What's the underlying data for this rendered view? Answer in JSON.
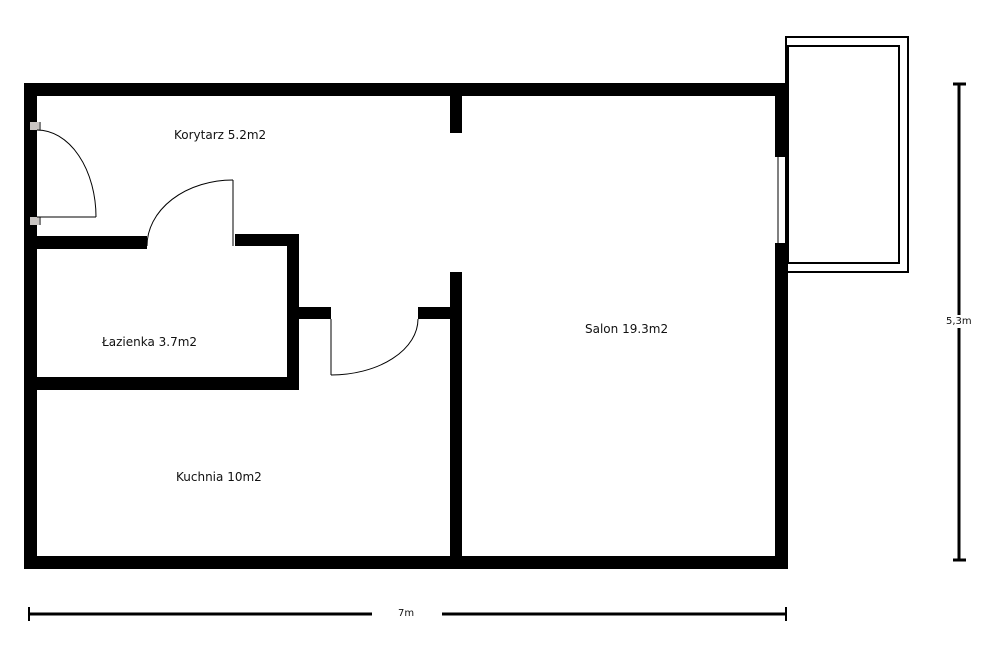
{
  "plan": {
    "rooms": [
      {
        "name": "Korytarz",
        "area": "5.2m2",
        "label": "Korytarz 5.2m2"
      },
      {
        "name": "Łazienka",
        "area": "3.7m2",
        "label": "Łazienka 3.7m2"
      },
      {
        "name": "Kuchnia",
        "area": "10m2",
        "label": "Kuchnia 10m2"
      },
      {
        "name": "Salon",
        "area": "19.3m2",
        "label": "Salon 19.3m2"
      }
    ],
    "dimensions": {
      "width": "7m",
      "height": "5,3m"
    },
    "colors": {
      "wall": "#000000",
      "background": "#ffffff",
      "door_hinge": "#c8c4c2"
    }
  }
}
